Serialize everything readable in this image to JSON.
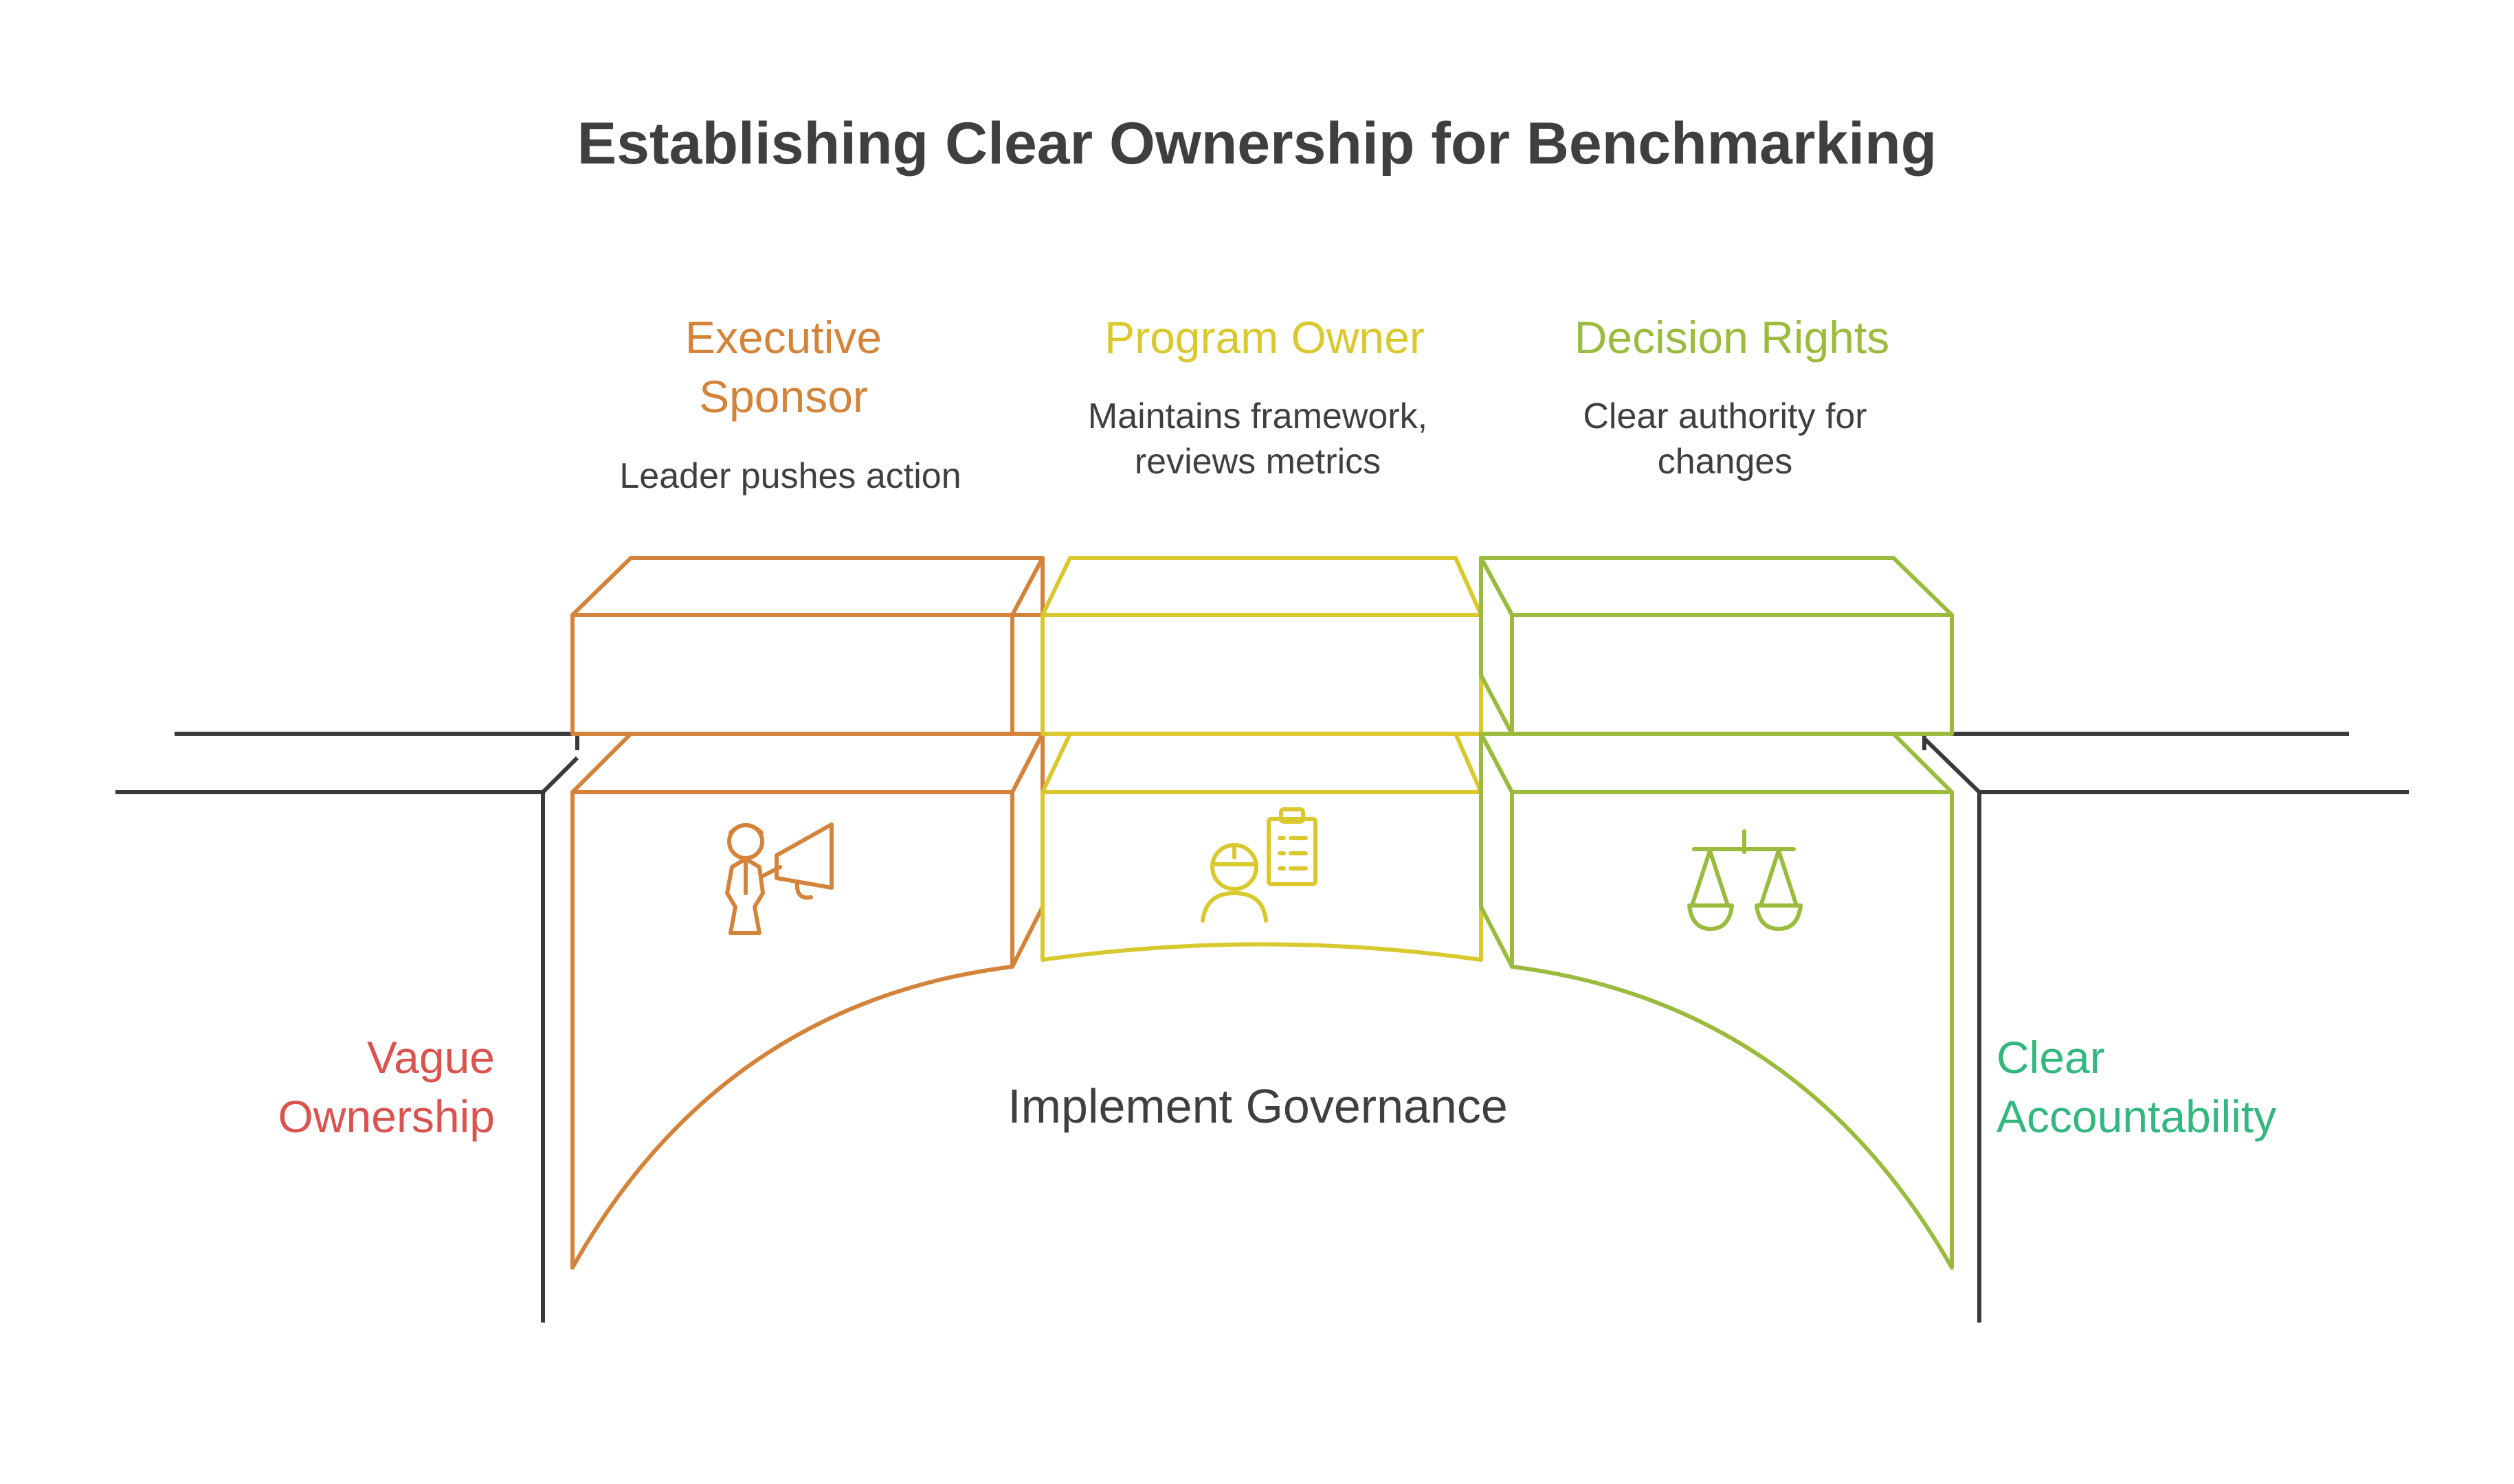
{
  "title": "Establishing Clear Ownership for Benchmarking",
  "columns": [
    {
      "title": "Executive Sponsor",
      "description": "Leader pushes action",
      "color": "#D4843A",
      "icon": "megaphone-person-icon"
    },
    {
      "title": "Program Owner",
      "description": "Maintains framework, reviews metrics",
      "color": "#D9C82E",
      "icon": "worker-clipboard-icon"
    },
    {
      "title": "Decision Rights",
      "description": "Clear authority for changes",
      "color": "#9BBB3E",
      "icon": "scales-icon"
    }
  ],
  "left_label": {
    "text": "Vague Ownership",
    "color": "#D9534F"
  },
  "right_label": {
    "text": "Clear Accountability",
    "color": "#34B77F"
  },
  "center_label": "Implement Governance"
}
